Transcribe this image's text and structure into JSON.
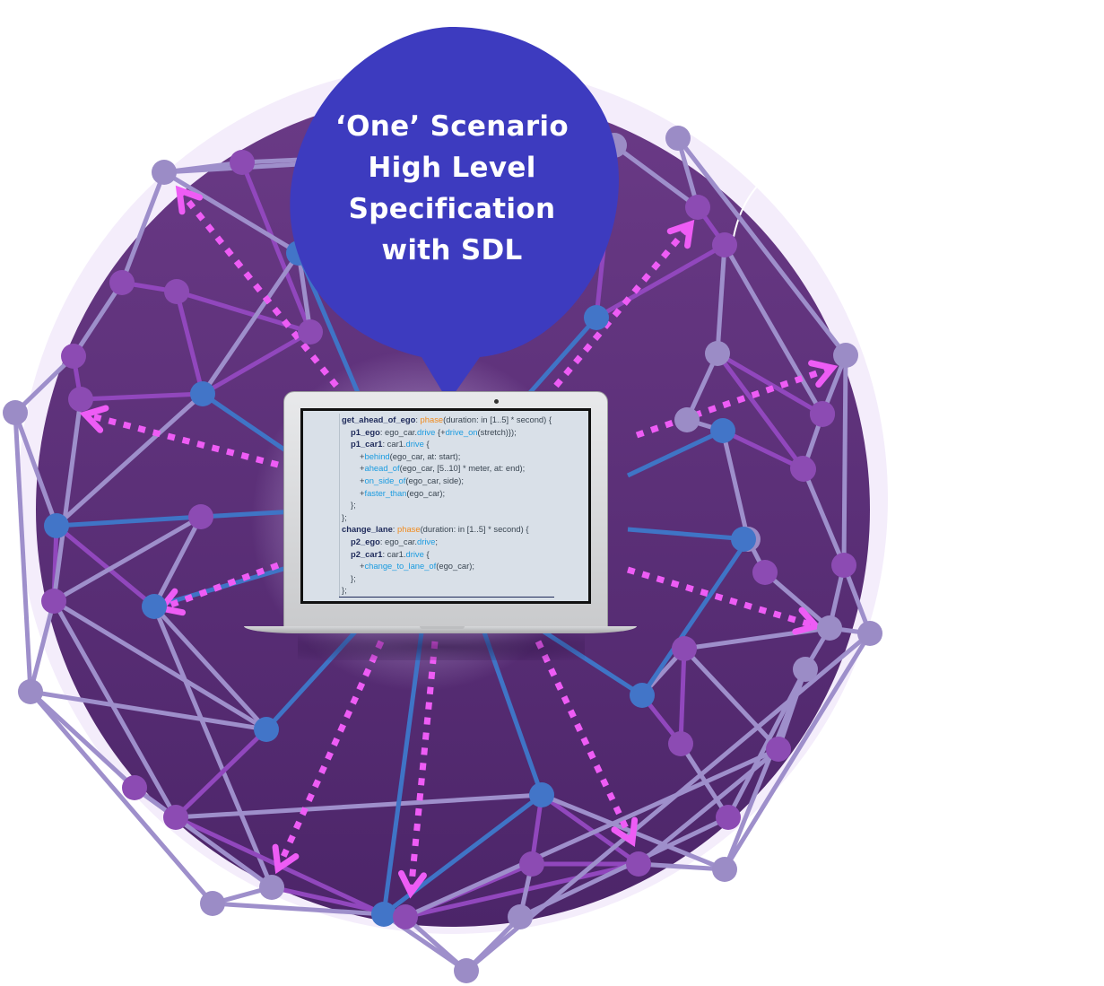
{
  "callout": {
    "lines": [
      "‘One’ Scenario",
      "High Level",
      "Specification",
      "with SDL"
    ],
    "color": "#3d3bbf"
  },
  "code": {
    "lines": [
      {
        "indent": 0,
        "parts": [
          {
            "t": "get_ahead_of_ego",
            "c": "k"
          },
          {
            "t": ": ",
            "c": ""
          },
          {
            "t": "phase",
            "c": "ph"
          },
          {
            "t": "(duration: in [1..5] * second) {",
            "c": ""
          }
        ]
      },
      {
        "indent": 1,
        "parts": [
          {
            "t": "p1_ego",
            "c": "k"
          },
          {
            "t": ": ego_car.",
            "c": ""
          },
          {
            "t": "drive",
            "c": "fn"
          },
          {
            "t": " {+",
            "c": ""
          },
          {
            "t": "drive_on",
            "c": "fn"
          },
          {
            "t": "(stretch)});",
            "c": ""
          }
        ]
      },
      {
        "indent": 1,
        "parts": [
          {
            "t": "p1_car1",
            "c": "k"
          },
          {
            "t": ": car1.",
            "c": ""
          },
          {
            "t": "drive",
            "c": "fn"
          },
          {
            "t": " {",
            "c": ""
          }
        ]
      },
      {
        "indent": 2,
        "parts": [
          {
            "t": "+",
            "c": ""
          },
          {
            "t": "behind",
            "c": "fn"
          },
          {
            "t": "(ego_car, at: start);",
            "c": ""
          }
        ]
      },
      {
        "indent": 2,
        "parts": [
          {
            "t": "+",
            "c": ""
          },
          {
            "t": "ahead_of",
            "c": "fn"
          },
          {
            "t": "(ego_car, [5..10] * meter, at: end);",
            "c": ""
          }
        ]
      },
      {
        "indent": 2,
        "parts": [
          {
            "t": "+",
            "c": ""
          },
          {
            "t": "on_side_of",
            "c": "fn"
          },
          {
            "t": "(ego_car, side);",
            "c": ""
          }
        ]
      },
      {
        "indent": 2,
        "parts": [
          {
            "t": "+",
            "c": ""
          },
          {
            "t": "faster_than",
            "c": "fn"
          },
          {
            "t": "(ego_car);",
            "c": ""
          }
        ]
      },
      {
        "indent": 1,
        "parts": [
          {
            "t": "};",
            "c": ""
          }
        ]
      },
      {
        "indent": 0,
        "parts": [
          {
            "t": "};",
            "c": ""
          }
        ]
      },
      {
        "indent": 0,
        "parts": [
          {
            "t": "change_lane",
            "c": "k"
          },
          {
            "t": ": ",
            "c": ""
          },
          {
            "t": "phase",
            "c": "ph"
          },
          {
            "t": "(duration: in [1..5] * second) {",
            "c": ""
          }
        ]
      },
      {
        "indent": 1,
        "parts": [
          {
            "t": "p2_ego",
            "c": "k"
          },
          {
            "t": ": ego_car.",
            "c": ""
          },
          {
            "t": "drive",
            "c": "fn"
          },
          {
            "t": ";",
            "c": ""
          }
        ]
      },
      {
        "indent": 1,
        "parts": [
          {
            "t": "p2_car1",
            "c": "k"
          },
          {
            "t": ": car1.",
            "c": ""
          },
          {
            "t": "drive",
            "c": "fn"
          },
          {
            "t": " {",
            "c": ""
          }
        ]
      },
      {
        "indent": 2,
        "parts": [
          {
            "t": "+",
            "c": ""
          },
          {
            "t": "change_to_lane_of",
            "c": "fn"
          },
          {
            "t": "(ego_car);",
            "c": ""
          }
        ]
      },
      {
        "indent": 1,
        "parts": [
          {
            "t": "};",
            "c": ""
          }
        ]
      },
      {
        "indent": 0,
        "parts": [
          {
            "t": "};",
            "c": ""
          }
        ]
      }
    ]
  },
  "colors": {
    "sphere_dark": "#53286e",
    "sphere_halo": "#f3ecfb",
    "node_lavender": "#9b8cc6",
    "node_purple": "#8c4bb3",
    "node_blue": "#4275c8",
    "edge_lavender": "#9e8fcb",
    "edge_purple": "#9147bd",
    "edge_blue": "#3f74c6",
    "arrow_pink": "#ee5cf5"
  },
  "network": {
    "nodes": [
      {
        "id": "a1",
        "t": "l"
      },
      {
        "id": "a2",
        "t": "p"
      },
      {
        "id": "a3",
        "t": "b"
      },
      {
        "id": "a4",
        "t": "p"
      },
      {
        "id": "a5",
        "t": "p"
      },
      {
        "id": "a6",
        "t": "p"
      },
      {
        "id": "a7",
        "t": "p"
      },
      {
        "id": "a8",
        "t": "p"
      },
      {
        "id": "a9",
        "t": "b"
      },
      {
        "id": "a10",
        "t": "l"
      },
      {
        "id": "a11",
        "t": "b"
      },
      {
        "id": "a12",
        "t": "p"
      },
      {
        "id": "a13",
        "t": "p"
      },
      {
        "id": "a14",
        "t": "b"
      },
      {
        "id": "a15",
        "t": "l"
      },
      {
        "id": "a16",
        "t": "b"
      },
      {
        "id": "a17",
        "t": "p"
      },
      {
        "id": "a18",
        "t": "p"
      },
      {
        "id": "a19",
        "t": "l"
      },
      {
        "id": "a20",
        "t": "l"
      },
      {
        "id": "a21",
        "t": "b"
      },
      {
        "id": "a22",
        "t": "p"
      },
      {
        "id": "a23",
        "t": "p"
      },
      {
        "id": "a24",
        "t": "l"
      },
      {
        "id": "a25",
        "t": "l"
      },
      {
        "id": "a26",
        "t": "l"
      },
      {
        "id": "a27",
        "t": "p"
      },
      {
        "id": "a28",
        "t": "p"
      },
      {
        "id": "a29",
        "t": "p"
      },
      {
        "id": "a30",
        "t": "b"
      },
      {
        "id": "a31",
        "t": "p"
      },
      {
        "id": "a32",
        "t": "l"
      },
      {
        "id": "a33",
        "t": "l"
      },
      {
        "id": "a34",
        "t": "l"
      },
      {
        "id": "a35",
        "t": "b"
      },
      {
        "id": "a36",
        "t": "p"
      },
      {
        "id": "a37",
        "t": "p"
      },
      {
        "id": "a38",
        "t": "p"
      },
      {
        "id": "a39",
        "t": "l"
      },
      {
        "id": "a40",
        "t": "l"
      },
      {
        "id": "a41",
        "t": "l"
      },
      {
        "id": "a42",
        "t": "l"
      },
      {
        "id": "a43",
        "t": "l"
      },
      {
        "id": "a44",
        "t": "l"
      },
      {
        "id": "a45",
        "t": "p"
      },
      {
        "id": "a46",
        "t": "b"
      },
      {
        "id": "a47",
        "t": "p"
      }
    ]
  }
}
